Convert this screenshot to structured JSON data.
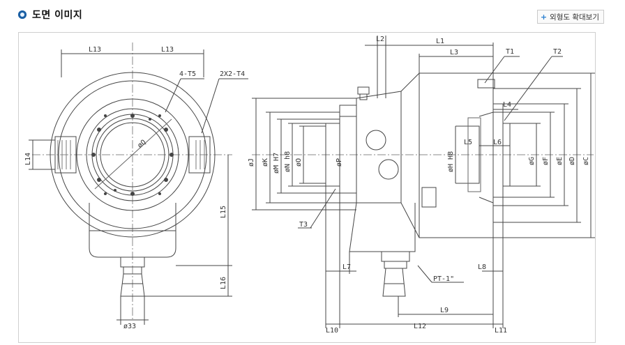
{
  "header": {
    "title": "도면 이미지"
  },
  "zoom_button": {
    "label": "외형도 확대보기"
  },
  "labels": {
    "L13a": "L13",
    "L13b": "L13",
    "T5": "4-T5",
    "T4": "2X2-T4",
    "Q": "øQ",
    "L14": "L14",
    "L15": "L15",
    "L16": "L16",
    "d33": "ø33",
    "L2": "L2",
    "L1": "L1",
    "L3": "L3",
    "T1": "T1",
    "T2": "T2",
    "L4": "L4",
    "J": "øJ",
    "K": "øK",
    "M": "øM H7",
    "N": "øN h8",
    "O": "øO",
    "P": "øP",
    "H": "øH H8",
    "L5": "L5",
    "L6": "L6",
    "G": "øG",
    "F": "øF",
    "E": "øE",
    "D": "øD",
    "C": "øC",
    "T3": "T3",
    "L7": "L7",
    "PT": "PT-1\"",
    "L8": "L8",
    "L9": "L9",
    "L10": "L10",
    "L12": "L12",
    "L11": "L11"
  }
}
